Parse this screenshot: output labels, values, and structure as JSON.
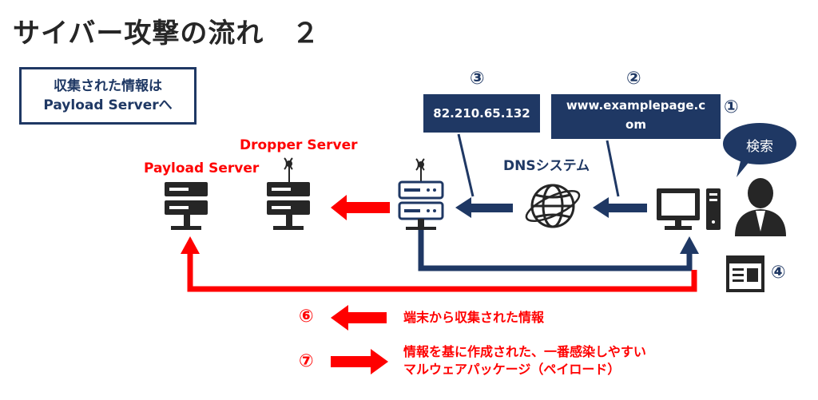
{
  "title": "サイバー攻撃の流れ　２",
  "infobox": {
    "line1": "収集された情報は",
    "line2": "Payload Serverへ"
  },
  "ip_box": {
    "number": "③",
    "text": "82.210.65.132"
  },
  "domain_box": {
    "number": "②",
    "line1": "www.examplepage.c",
    "line2": "om"
  },
  "step1": "①",
  "step4": "④",
  "bubble": "検索",
  "labels": {
    "dropper": "Dropper Server",
    "payload": "Payload Server",
    "dns": "DNSシステム"
  },
  "legend": [
    {
      "number": "⑥",
      "lines": [
        "端末から収集された情報"
      ],
      "direction": "left"
    },
    {
      "number": "⑦",
      "lines": [
        "情報を基に作成された、一番感染しやすい",
        "マルウェアパッケージ（ペイロード）"
      ],
      "direction": "right"
    }
  ],
  "colors": {
    "navy": "#1f3864",
    "red": "#ff0000",
    "icon": "#262626"
  }
}
